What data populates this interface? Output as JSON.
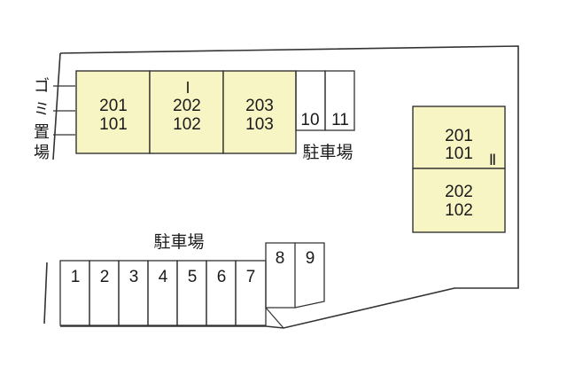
{
  "site_plan": {
    "garbage_label": "ゴミ置場",
    "building_1": {
      "label": "I",
      "units": [
        {
          "upper": "201",
          "lower": "101"
        },
        {
          "upper": "202",
          "lower": "102"
        },
        {
          "upper": "203",
          "lower": "103"
        }
      ]
    },
    "building_2": {
      "label": "Ⅱ",
      "units": [
        {
          "upper": "201",
          "lower": "101"
        },
        {
          "upper": "202",
          "lower": "102"
        }
      ]
    },
    "parking_north": {
      "label": "駐車場",
      "spaces": [
        "10",
        "11"
      ]
    },
    "parking_south": {
      "label": "駐車場",
      "spaces": [
        "1",
        "2",
        "3",
        "4",
        "5",
        "6",
        "7",
        "8",
        "9"
      ]
    },
    "colors": {
      "unit_fill": "#f8f5c4",
      "outline": "#333333",
      "background": "#ffffff"
    }
  }
}
